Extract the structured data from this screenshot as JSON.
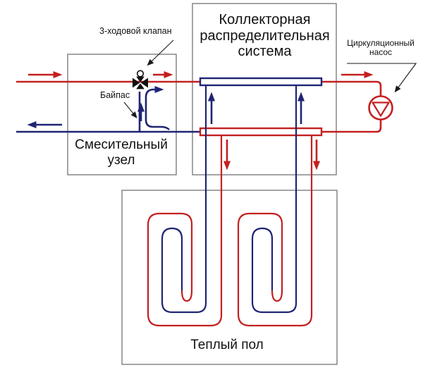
{
  "diagram": {
    "labels": {
      "three_way_valve": "3-ходовой клапан",
      "bypass": "Байпас",
      "mixing_unit": "Смесительный узел",
      "collector_system": "Коллекторная распределительная система",
      "warm_floor": "Теплый пол",
      "circulation_pump": "Циркуляционный насос"
    },
    "colors": {
      "supply_line": "#c42020",
      "return_line": "#1f2473",
      "box_border": "#7d7d7d",
      "text": "#111111"
    }
  }
}
